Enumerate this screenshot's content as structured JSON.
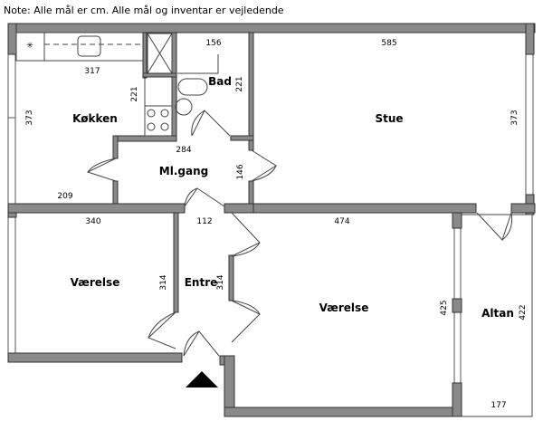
{
  "note": "Note: Alle mål er cm. Alle mål og inventar er vejledende",
  "rooms": {
    "kitchen": {
      "label": "Køkken",
      "dims": [
        "317",
        "221",
        "373",
        "209"
      ]
    },
    "hall": {
      "label": "Ml.gang",
      "dims": [
        "284",
        "146"
      ]
    },
    "bath": {
      "label": "Bad",
      "dims": [
        "156",
        "221"
      ]
    },
    "living": {
      "label": "Stue",
      "dims": [
        "585",
        "373"
      ]
    },
    "bedroom1": {
      "label": "Værelse",
      "dims": [
        "340",
        "314"
      ]
    },
    "entry": {
      "label": "Entre",
      "dims": [
        "112",
        "314"
      ]
    },
    "bedroom2": {
      "label": "Værelse",
      "dims": [
        "474",
        "425"
      ]
    },
    "balcony": {
      "label": "Altan",
      "dims": [
        "422",
        "177"
      ]
    }
  }
}
